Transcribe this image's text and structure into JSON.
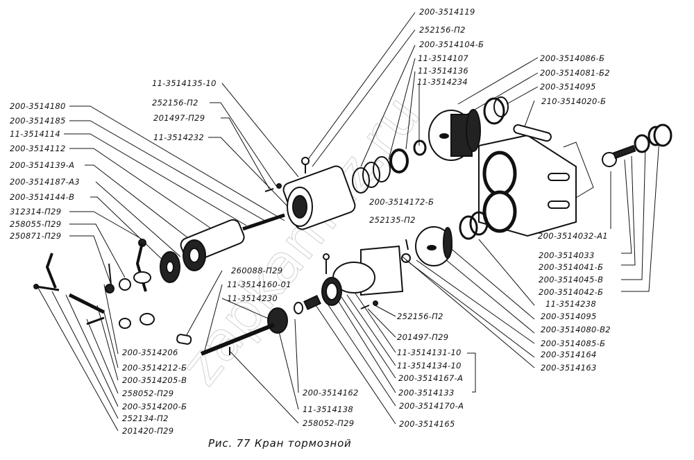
{
  "caption": "Рис. 77 Кран тормозной",
  "watermark": "zapkamaz.ru",
  "labels": {
    "left": [
      "200-3514180",
      "200-3514185",
      "11-3514114",
      "200-3514112",
      "200-3514139-А",
      "200-3514187-А3",
      "200-3514144-В",
      "312314-П29",
      "258055-П29",
      "250871-П29"
    ],
    "upper_mid": [
      "11-3514135-10",
      "252156-П2",
      "201497-П29",
      "11-3514232"
    ],
    "top": [
      "200-3514119",
      "252156-П2",
      "200-3514104-Б",
      "11-3514107",
      "11-3514136",
      "11-3514234"
    ],
    "top_right": [
      "200-3514086-Б",
      "200-3514081-Б2",
      "200-3514095",
      "210-3514020-Б"
    ],
    "center": [
      "200-3514172-Б",
      "252135-П2"
    ],
    "right": [
      "200-3514032-А1",
      "200-3514033",
      "200-3514041-Б",
      "200-3514045-В",
      "200-3514042-Б",
      "11-3514238",
      "200-3514095",
      "200-3514080-В2",
      "200-3514085-Б",
      "200-3514164",
      "200-3514163"
    ],
    "lower_mid": [
      "260088-П29",
      "11-3514160-01",
      "11-3514230"
    ],
    "lower_left": [
      "200-3514206",
      "200-3514212-Б",
      "200-3514205-В",
      "258052-П29",
      "200-3514200-Б",
      "252134-П2",
      "201420-П29"
    ],
    "lower_center": [
      "200-3514162",
      "11-3514138",
      "258052-П29"
    ],
    "lower_right": [
      "252156-П2",
      "201497-П29",
      "11-3514131-10",
      "11-3514134-10",
      "200-3514167-А",
      "200-3514133",
      "200-3514170-А",
      "200-3514165"
    ]
  }
}
